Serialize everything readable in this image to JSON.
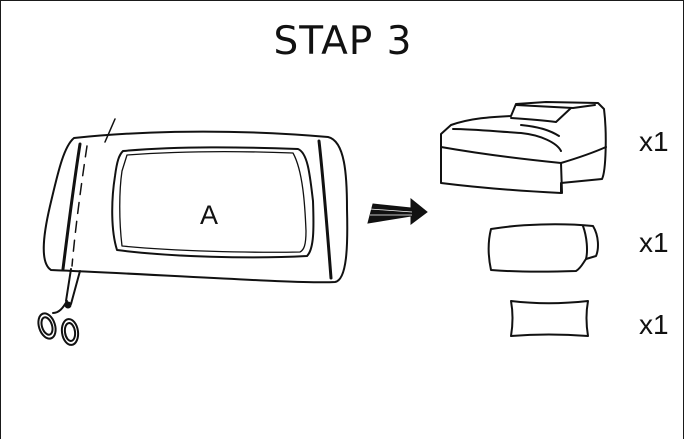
{
  "title": "STAP 3",
  "fabric_label": "A",
  "items": [
    {
      "quantity": "x1",
      "icon": "sofa-section-icon"
    },
    {
      "quantity": "x1",
      "icon": "armrest-cushion-icon"
    },
    {
      "quantity": "x1",
      "icon": "small-cushion-icon"
    }
  ],
  "colors": {
    "stroke": "#111111",
    "background": "#ffffff"
  }
}
